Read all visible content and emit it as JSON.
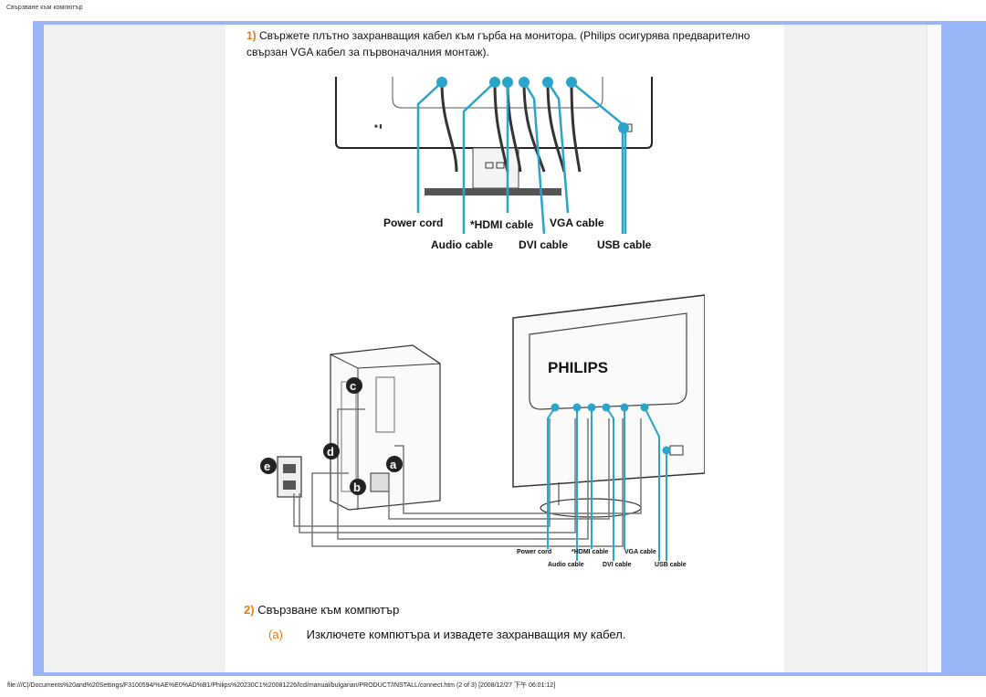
{
  "header": {
    "page_title": "Свързване към компютър"
  },
  "step1": {
    "number": "1)",
    "text": "Свържете плътно захранващия кабел към гърба на монитора. (Philips осигурява предварително свързан VGA кабел за първоначалния монтаж)."
  },
  "figure1": {
    "labels": {
      "power": "Power cord",
      "hdmi": "*HDMI cable",
      "vga": "VGA cable",
      "audio": "Audio cable",
      "dvi": "DVI cable",
      "usb": "USB cable"
    }
  },
  "figure2": {
    "brand": "PHILIPS",
    "markers": [
      "c",
      "d",
      "e",
      "a",
      "b"
    ],
    "labels": {
      "power": "Power cord",
      "hdmi": "*HDMI cable",
      "vga": "VGA cable",
      "audio": "Audio cable",
      "dvi": "DVI cable",
      "usb": "USB cable"
    }
  },
  "step2": {
    "number": "2)",
    "text": "Свързване към компютър"
  },
  "stepA": {
    "letter": "(a)",
    "text": "Изключете компютъра и извадете захранващия му кабел."
  },
  "footer": {
    "path": "file:///C|/Documents%20and%20Settings/F3100594/%AE%E0%AD%B1/Philips%20230C1%20081226/lcd/manual/bulgarian/PRODUCT/INSTALL/connect.htm (2 of 3) [2008/12/27 下午 06:01:12]"
  },
  "colors": {
    "frame": "#99b5f5",
    "accent": "#e87b13",
    "cable": "#2aa4c8"
  }
}
